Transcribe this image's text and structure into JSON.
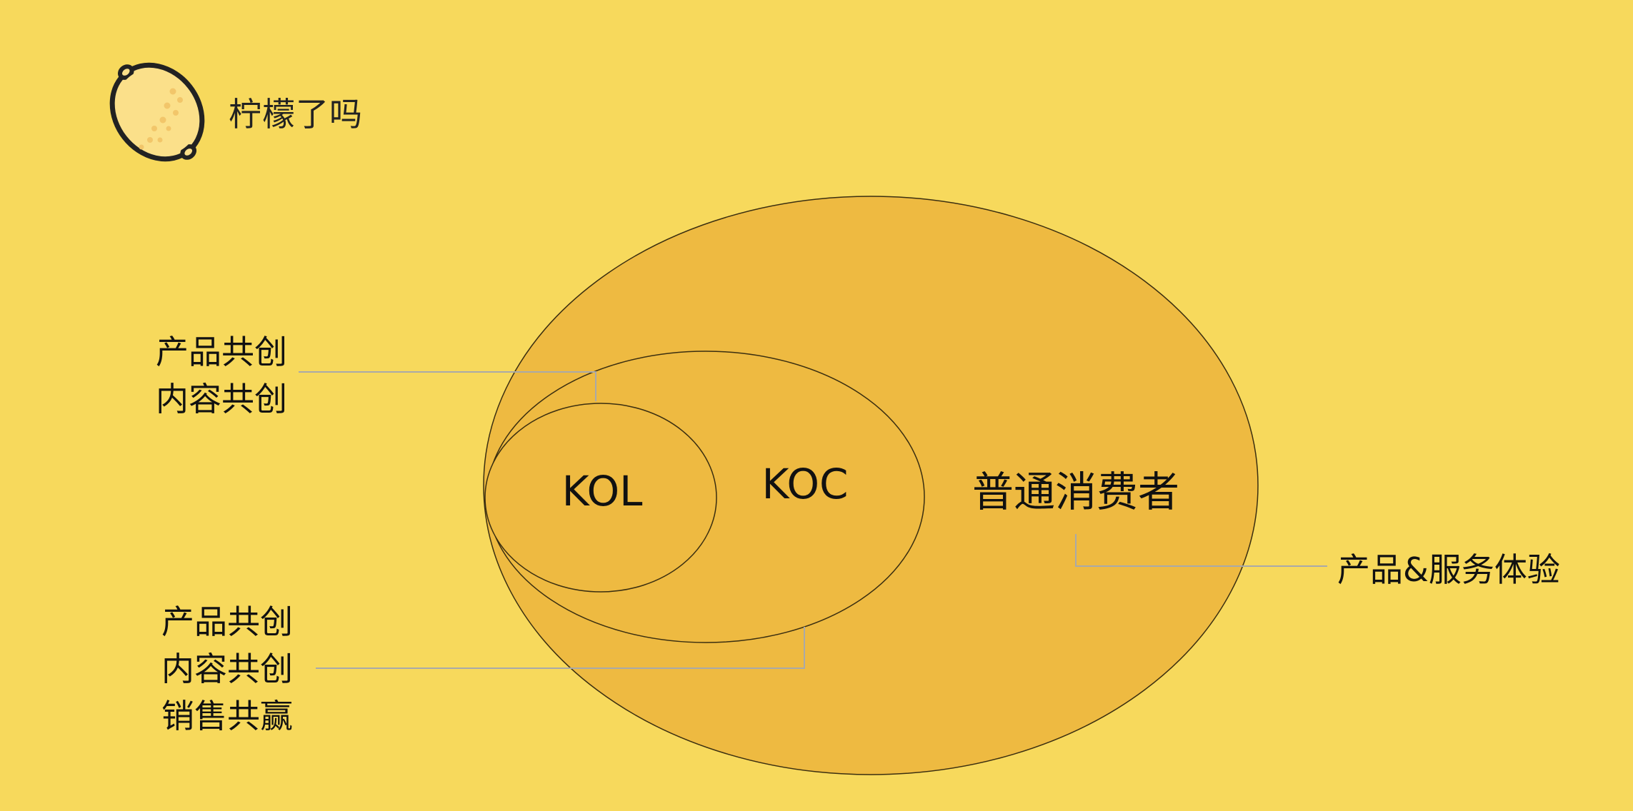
{
  "brand": {
    "name": "柠檬了吗",
    "icon": "lemon-icon"
  },
  "diagram": {
    "outer_label": "普通消费者",
    "middle_label": "KOC",
    "inner_label": "KOL",
    "annotations": {
      "kol": [
        "产品共创",
        "内容共创"
      ],
      "koc": [
        "产品共创",
        "内容共创",
        "销售共赢"
      ],
      "consumer": [
        "产品&服务体验"
      ]
    }
  },
  "colors": {
    "background": "#F7D95C",
    "ellipse_fill": "#EEBA41",
    "ellipse_stroke": "#3A2E10",
    "leader_line": "#A9A9A9"
  }
}
